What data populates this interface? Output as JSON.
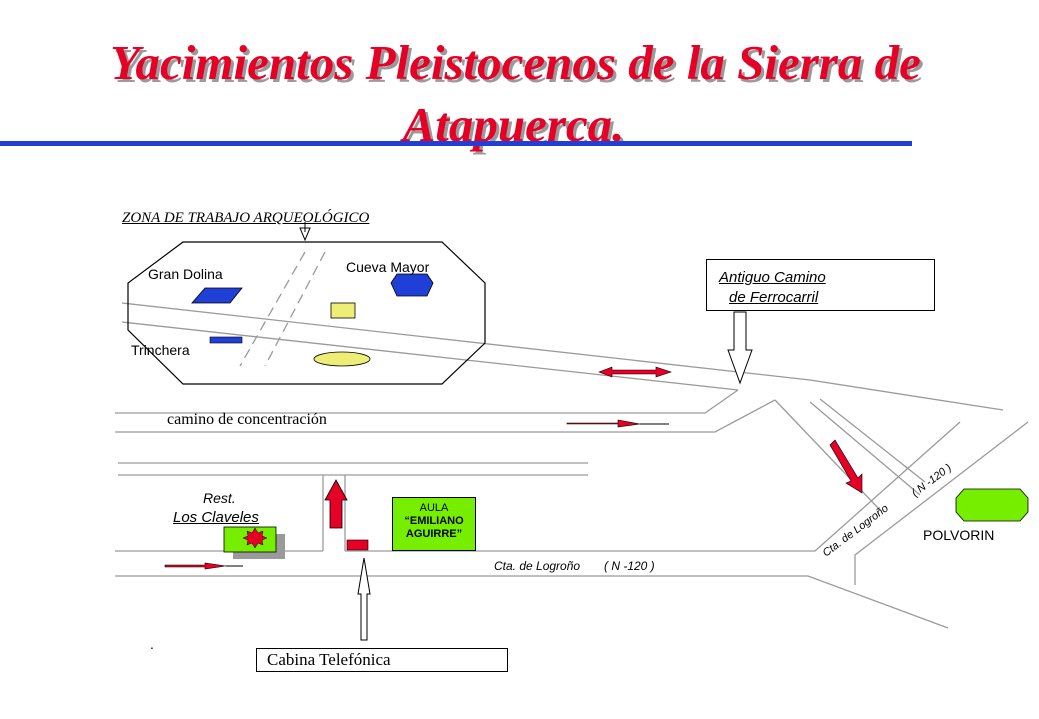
{
  "title": {
    "line1": "Yacimientos Pleistocenos de la Sierra de",
    "line2": "Atapuerca."
  },
  "zone_label": "ZONA DE TRABAJO ARQUEOLÓGICO",
  "sites": {
    "gran_dolina": "Gran Dolina",
    "cueva_mayor": "Cueva Mayor",
    "trinchera": "Trinchera"
  },
  "roads": {
    "camino": "camino de concentración",
    "cta_main": "Cta. de Logroño",
    "cta_main_code": "( N -120 )",
    "cta_diag": "Cta. de Logroño",
    "cta_diag_code": "( N -120 )"
  },
  "ferrocarril": {
    "line1": "Antiguo Camino",
    "line2": "de Ferrocarril"
  },
  "restaurant": {
    "prefix": "Rest.",
    "name": "Los Claveles"
  },
  "aula": {
    "line1": "AULA",
    "line2": "“EMILIANO",
    "line3": "AGUIRRE”"
  },
  "polvorin": "POLVORIN",
  "cabina": "Cabina Telefónica",
  "dot": ".",
  "colors": {
    "title_red": "#e60026",
    "title_rule_blue": "#1f3fd6",
    "site_blue": "#1f3fd6",
    "site_yellow": "#eeee77",
    "aula_green": "#76ee00",
    "arrow_red": "#e60026"
  }
}
